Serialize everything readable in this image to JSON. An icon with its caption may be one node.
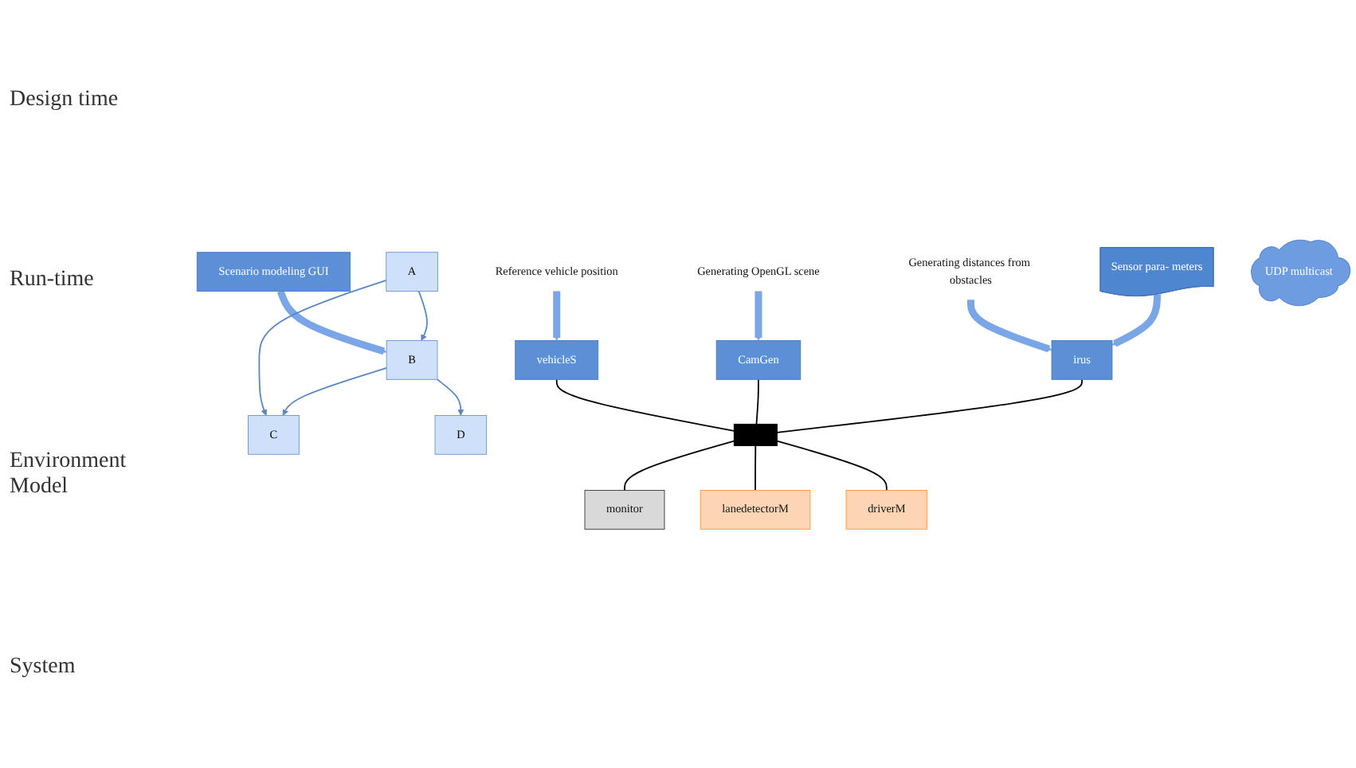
{
  "diagram": {
    "nodes": [
      {
        "text": [
          "Scenario modeling GUI"
        ]
      },
      {
        "text": [
          "A"
        ]
      },
      {
        "text": [
          "B"
        ]
      },
      {
        "text": [
          "C"
        ]
      },
      {
        "text": [
          "D"
        ]
      },
      {
        "text": [
          "Reference vehicle position"
        ]
      },
      {
        "text": [
          "Generating OpenGL scene"
        ]
      },
      {
        "text": [
          "Generating distances from obstacles"
        ]
      },
      {
        "text": [
          "Sensor para- meters"
        ]
      },
      {
        "text": [
          "vehicleS"
        ]
      },
      {
        "text": [
          "CamGen"
        ]
      },
      {
        "text": [
          "irus"
        ]
      },
      {
        "text": [
          "UDP multicast"
        ]
      },
      {
        "text": [
          "monitor"
        ]
      },
      {
        "text": [
          "lanedetectorM"
        ]
      },
      {
        "text": [
          "driverM"
        ]
      },
      {
        "text": [],
        "shape": "bar"
      }
    ],
    "edges": [
      {
        "from": 0,
        "to": 2,
        "arrow": "to",
        "style": "thick",
        "color": "#7aa6e8"
      },
      {
        "from": 1,
        "to": 2,
        "arrow": "to",
        "color": "#5b86c4"
      },
      {
        "from": 1,
        "to": 3,
        "arrow": "to",
        "color": "#5b86c4"
      },
      {
        "from": 2,
        "to": 3,
        "arrow": "to",
        "color": "#5b86c4"
      },
      {
        "from": 2,
        "to": 4,
        "arrow": "to",
        "color": "#5b86c4"
      },
      {
        "from": 5,
        "to": 9,
        "arrow": "to",
        "style": "thick",
        "color": "#7aa6e8"
      },
      {
        "from": 6,
        "to": 10,
        "arrow": "to",
        "style": "thick",
        "color": "#7aa6e8"
      },
      {
        "from": 7,
        "to": 11,
        "arrow": "to",
        "style": "thick",
        "color": "#7aa6e8"
      },
      {
        "from": 8,
        "to": 11,
        "arrow": "to",
        "style": "thick",
        "color": "#7aa6e8"
      },
      {
        "from": 9,
        "to": 16,
        "arrow": "none"
      },
      {
        "from": 10,
        "to": 16,
        "arrow": "none"
      },
      {
        "from": 11,
        "to": 16,
        "arrow": "none"
      },
      {
        "from": 16,
        "to": 13,
        "arrow": "none"
      },
      {
        "from": 16,
        "to": 14,
        "arrow": "none"
      },
      {
        "from": 16,
        "to": 15,
        "arrow": "none"
      }
    ],
    "labels": [
      "Design time",
      "Run-time",
      "Environment Model",
      "System"
    ]
  }
}
